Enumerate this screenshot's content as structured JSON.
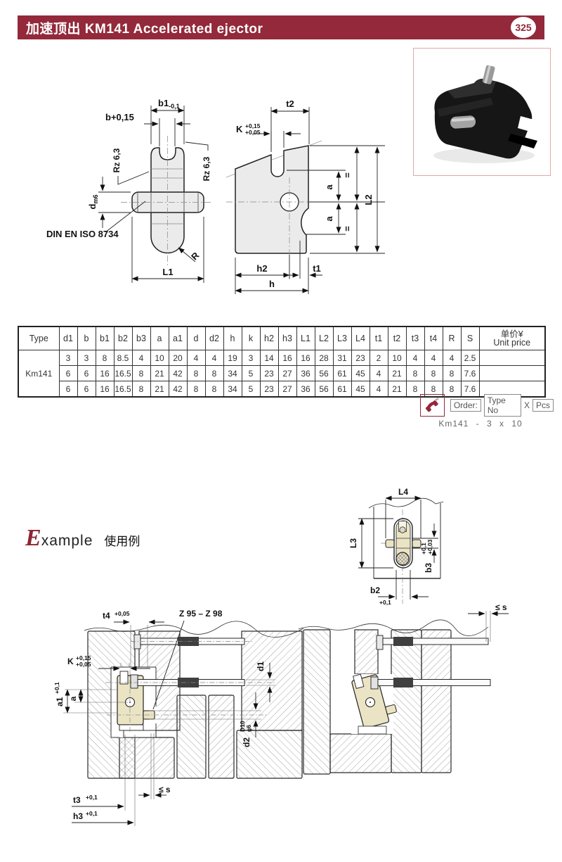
{
  "header": {
    "title": "加速顶出 KM141  Accelerated ejector",
    "page_number": "325",
    "bar_color": "#93293a"
  },
  "front_view": {
    "labels": {
      "b1": "b1",
      "b1_tol": "-0,1",
      "b": "b+0,15",
      "rz": "Rz 6,3",
      "d": "d",
      "d_sub": "m6",
      "din": "DIN EN ISO 8734",
      "l1": "L1",
      "r": "R"
    }
  },
  "side_view": {
    "labels": {
      "t2": "t2",
      "k": "K",
      "k_tol_top": "+0,15",
      "k_tol_bot": "+0,05",
      "a": "a",
      "eq": "=",
      "l2": "L2",
      "h2": "h2",
      "t1": "t1",
      "h": "h"
    }
  },
  "table": {
    "type_header": "Type",
    "headers": [
      "d1",
      "b",
      "b1",
      "b2",
      "b3",
      "a",
      "a1",
      "d",
      "d2",
      "h",
      "k",
      "h2",
      "h3",
      "L1",
      "L2",
      "L3",
      "L4",
      "t1",
      "t2",
      "t3",
      "t4",
      "R",
      "S"
    ],
    "price_header_cn": "单价¥",
    "price_header_en": "Unit price",
    "type_label": "Km141",
    "rows": [
      [
        "3",
        "3",
        "8",
        "8.5",
        "4",
        "10",
        "20",
        "4",
        "4",
        "19",
        "3",
        "14",
        "16",
        "16",
        "28",
        "31",
        "23",
        "2",
        "10",
        "4",
        "4",
        "4",
        "2.5",
        ""
      ],
      [
        "6",
        "6",
        "16",
        "16.5",
        "8",
        "21",
        "42",
        "8",
        "8",
        "34",
        "5",
        "23",
        "27",
        "36",
        "56",
        "61",
        "45",
        "4",
        "21",
        "8",
        "8",
        "8",
        "7.6",
        ""
      ],
      [
        "6",
        "6",
        "16",
        "16.5",
        "8",
        "21",
        "42",
        "8",
        "8",
        "34",
        "5",
        "23",
        "27",
        "36",
        "56",
        "61",
        "45",
        "4",
        "21",
        "8",
        "8",
        "8",
        "7.6",
        ""
      ]
    ]
  },
  "order": {
    "order_label": "Order:",
    "type_no_label": "Type No",
    "x_label": "X",
    "pcs_label": "Pcs",
    "example_line": "Km141 - 3 x 10",
    "phone_icon": "phone-icon"
  },
  "example": {
    "title_initial": "E",
    "title_rest": "xample",
    "title_cn": "使用例",
    "top_view": {
      "l4": "L4",
      "l3": "L3",
      "b3": "b3",
      "b3_tol_top": "+0,1",
      "b3_tol_bot": "+0,03",
      "b2": "b2",
      "b2_tol": "+0,1"
    },
    "left_section": {
      "t4": "t4",
      "t4_tol": "+0,05",
      "z_range": "Z 95 – Z 98",
      "k": "K",
      "k_tol_top": "+0,15",
      "k_tol_bot": "+0,05",
      "a": "a",
      "a1": "a1",
      "a1_tol": "+0,1",
      "d1": "d1",
      "d2": "d2",
      "d2_fit_top": "D10",
      "d2_fit_bot": "g6",
      "s_max": "≤ s",
      "t3": "t3",
      "t3_tol": "+0,1",
      "h3": "h3",
      "h3_tol": "+0,1"
    },
    "right_section": {
      "s_max": "≤ s"
    }
  }
}
